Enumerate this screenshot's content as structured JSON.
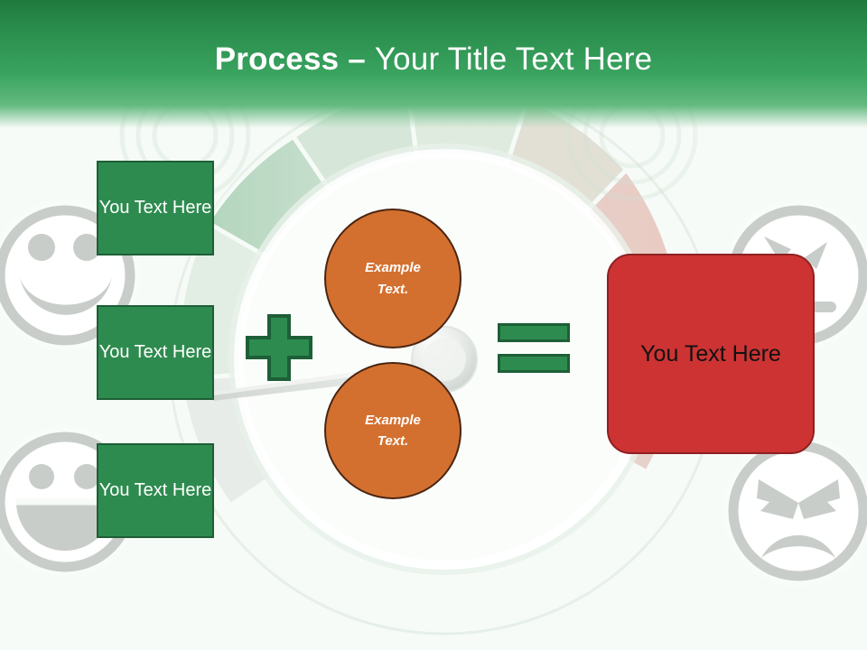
{
  "slide": {
    "title_bold": "Process",
    "title_dash": " – ",
    "title_light": "Your Title Text Here",
    "background_color": "#f6fbf7"
  },
  "header": {
    "band_color_top": "#1f7a3e",
    "band_color_bottom": "#63ba7f"
  },
  "inputs": {
    "boxes": [
      {
        "label": "You Text Here"
      },
      {
        "label": "You Text Here"
      },
      {
        "label": "You Text Here"
      }
    ],
    "fill_color": "#2e8b4f",
    "border_color": "#1d5f36",
    "text_color": "#ffffff"
  },
  "operators": {
    "plus": {
      "symbol": "plus-sign",
      "color": "#2e8b4f",
      "border_color": "#1d5f36"
    },
    "equals": {
      "symbol": "equals-sign",
      "color": "#2e8b4f",
      "border_color": "#1d5f36"
    }
  },
  "middle": {
    "circles": [
      {
        "label_line1": "Example",
        "label_line2": "Text."
      },
      {
        "label_line1": "Example",
        "label_line2": "Text."
      }
    ],
    "fill_color": "#d4702f",
    "border_color": "#4a2512",
    "text_color": "#ffffff"
  },
  "result": {
    "label": "You Text Here",
    "fill_color": "#cd3333",
    "border_color": "#8f2020",
    "text_color": "#111111"
  },
  "decorations": {
    "gauge": {
      "name": "gauge-dial",
      "segment_colors": [
        "#a9cfb4",
        "#bcd8c2",
        "#d4d6c6",
        "#ddc9bf",
        "#e0bfba"
      ],
      "needle_color": "#d8d8d8"
    },
    "faces": [
      {
        "name": "smiley-face-top-left",
        "mood": "smile"
      },
      {
        "name": "grin-face-bottom-left",
        "mood": "grin"
      },
      {
        "name": "neutral-face-top-right",
        "mood": "neutral"
      },
      {
        "name": "angry-face-bottom-right",
        "mood": "angry"
      }
    ],
    "face_color": "#c9cdc9"
  }
}
